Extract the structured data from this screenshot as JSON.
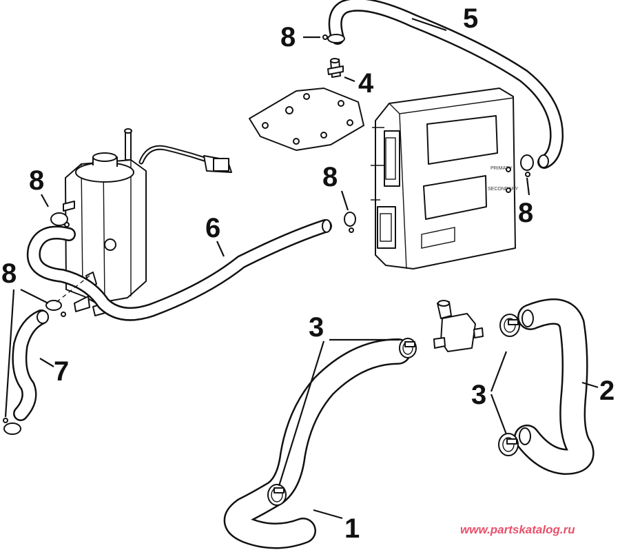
{
  "callouts": {
    "c1": "1",
    "c2": "2",
    "c3a": "3",
    "c3b": "3",
    "c4": "4",
    "c5": "5",
    "c6": "6",
    "c7": "7",
    "c8a": "8",
    "c8b": "8",
    "c8c": "8",
    "c8d": "8",
    "c8e": "8"
  },
  "module_labels": {
    "upper": "PRIMARY",
    "lower": "SECONDARY"
  },
  "watermark": "www.partskatalog.ru",
  "colors": {
    "line": "#111111",
    "background": "#ffffff",
    "watermark": "#e8506a"
  }
}
